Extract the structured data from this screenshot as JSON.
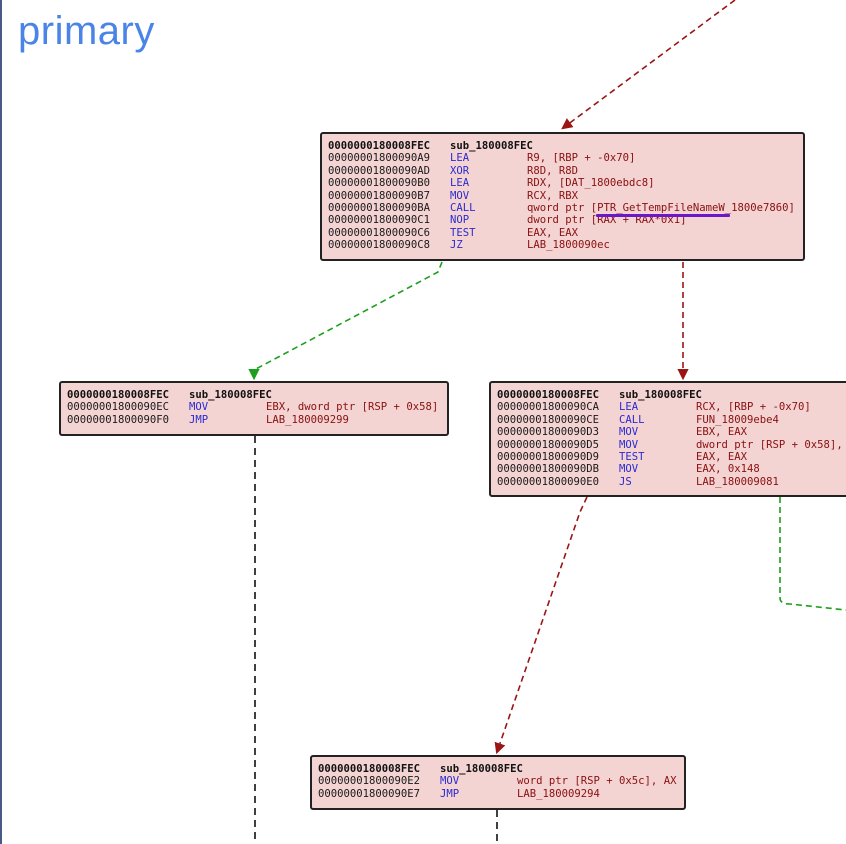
{
  "title": "primary",
  "blocks": [
    {
      "header_addr": "0000000180008FEC",
      "header_fn": "sub_180008FEC",
      "rows": [
        {
          "addr": "00000001800090A9",
          "mn": "LEA",
          "ops": "R9, [RBP + -0x70]"
        },
        {
          "addr": "00000001800090AD",
          "mn": "XOR",
          "ops": "R8D, R8D"
        },
        {
          "addr": "00000001800090B0",
          "mn": "LEA",
          "ops": "RDX, [DAT_1800ebdc8]"
        },
        {
          "addr": "00000001800090B7",
          "mn": "MOV",
          "ops": "RCX, RBX"
        },
        {
          "addr": "00000001800090BA",
          "mn": "CALL",
          "ops": "qword ptr [PTR_GetTempFileNameW_1800e7860]"
        },
        {
          "addr": "00000001800090C1",
          "mn": "NOP",
          "ops": "dword ptr [RAX + RAX*0x1]"
        },
        {
          "addr": "00000001800090C6",
          "mn": "TEST",
          "ops": "EAX, EAX"
        },
        {
          "addr": "00000001800090C8",
          "mn": "JZ",
          "ops": "LAB_1800090ec"
        }
      ]
    },
    {
      "header_addr": "0000000180008FEC",
      "header_fn": "sub_180008FEC",
      "rows": [
        {
          "addr": "00000001800090EC",
          "mn": "MOV",
          "ops": "EBX, dword ptr [RSP + 0x58]"
        },
        {
          "addr": "00000001800090F0",
          "mn": "JMP",
          "ops": "LAB_180009299"
        }
      ]
    },
    {
      "header_addr": "0000000180008FEC",
      "header_fn": "sub_180008FEC",
      "rows": [
        {
          "addr": "00000001800090CA",
          "mn": "LEA",
          "ops": "RCX, [RBP + -0x70]"
        },
        {
          "addr": "00000001800090CE",
          "mn": "CALL",
          "ops": "FUN_18009ebe4"
        },
        {
          "addr": "00000001800090D3",
          "mn": "MOV",
          "ops": "EBX, EAX"
        },
        {
          "addr": "00000001800090D5",
          "mn": "MOV",
          "ops": "dword ptr [RSP + 0x58],"
        },
        {
          "addr": "00000001800090D9",
          "mn": "TEST",
          "ops": "EAX, EAX"
        },
        {
          "addr": "00000001800090DB",
          "mn": "MOV",
          "ops": "EAX, 0x148"
        },
        {
          "addr": "00000001800090E0",
          "mn": "JS",
          "ops": "LAB_180009081"
        }
      ]
    },
    {
      "header_addr": "0000000180008FEC",
      "header_fn": "sub_180008FEC",
      "rows": [
        {
          "addr": "00000001800090E2",
          "mn": "MOV",
          "ops": "word ptr [RSP + 0x5c], AX"
        },
        {
          "addr": "00000001800090E7",
          "mn": "JMP",
          "ops": "LAB_180009294"
        }
      ]
    }
  ],
  "colors": {
    "block_fill": "#f4d3d3",
    "edge_false": "#9b1515",
    "edge_true": "#1ca01c",
    "edge_jump": "#111111",
    "strike": "#6a18c8",
    "title": "#4a84e6"
  }
}
